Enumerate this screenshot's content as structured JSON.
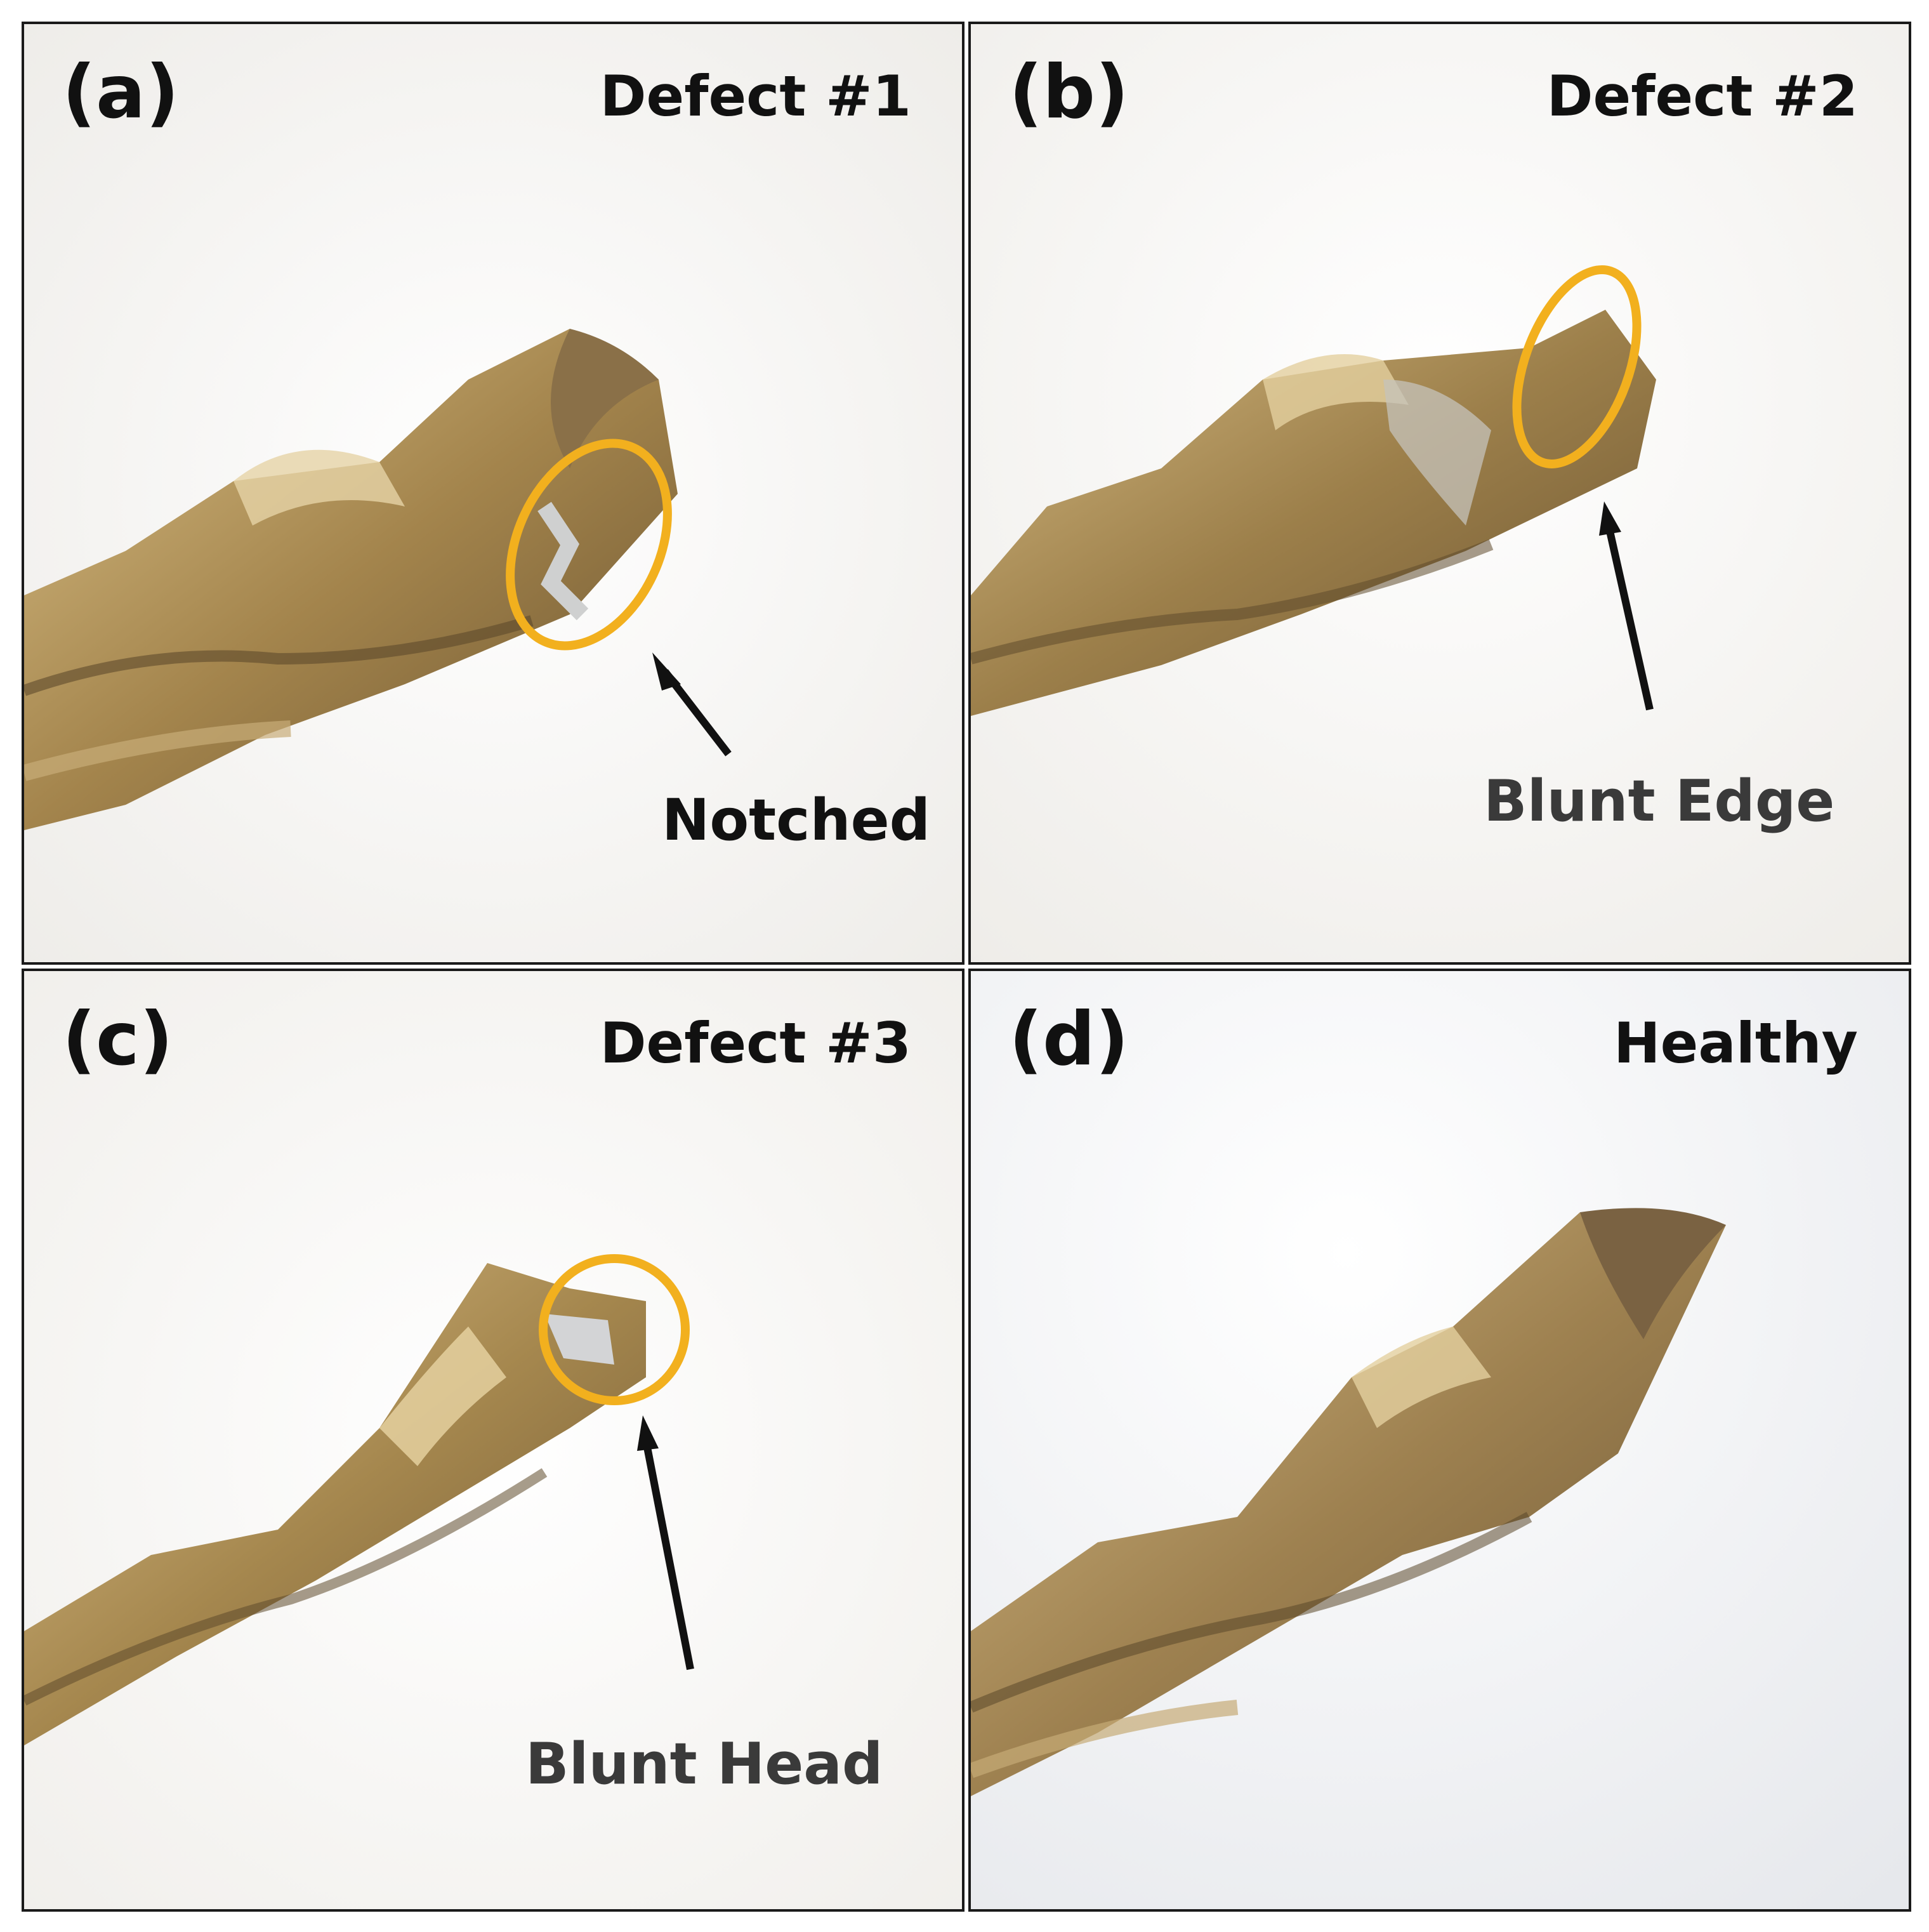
{
  "panels": [
    {
      "letter": "(a)",
      "title": "Defect #1",
      "callout": "Notched"
    },
    {
      "letter": "(b)",
      "title": "Defect #2",
      "callout": "Blunt Edge"
    },
    {
      "letter": "(c)",
      "title": "Defect #3",
      "callout": "Blunt Head"
    },
    {
      "letter": "(d)",
      "title": "Healthy"
    }
  ],
  "colors": {
    "highlight_ring": "#f2b01e",
    "arrow": "#111111",
    "drill_bit": "#a88a55"
  }
}
